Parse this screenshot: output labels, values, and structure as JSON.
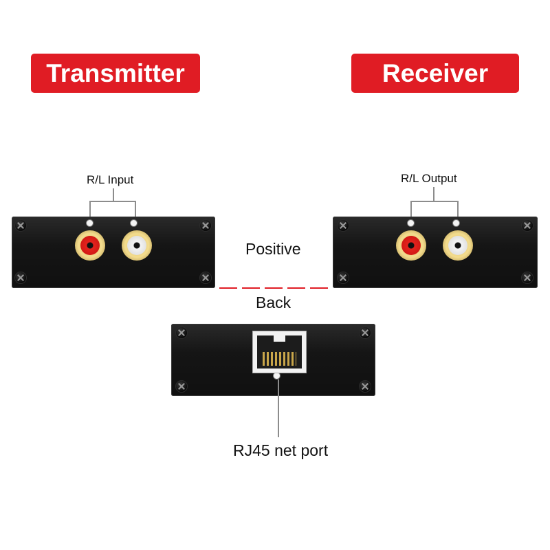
{
  "header": {
    "transmitter_label": "Transmitter",
    "receiver_label": "Receiver"
  },
  "transmitter": {
    "ports_label": "R/L Input"
  },
  "receiver": {
    "ports_label": "R/L Output"
  },
  "center": {
    "front_label": "Positive",
    "back_label": "Back"
  },
  "back_panel": {
    "port_label": "RJ45 net port"
  },
  "colors": {
    "badge_red": "#e01c24",
    "panel": "#151515",
    "rca_red": "#e3231e",
    "rca_white": "#f4f4f4",
    "rca_gold": "#e0c26a",
    "divider_dash": "#e01c24"
  },
  "icons": [
    "screw-icon",
    "rca-jack-icon",
    "led-indicator-icon",
    "rj45-port-icon"
  ]
}
